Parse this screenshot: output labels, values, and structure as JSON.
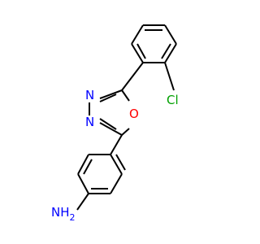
{
  "molecule": {
    "atoms": {
      "n3": "N",
      "n4": "N",
      "o": "O",
      "cl": "Cl",
      "amine": "NH",
      "amine_subscript": "2"
    },
    "colors": {
      "bond": "#000000",
      "nitrogen": "#0000ff",
      "oxygen": "#ff0000",
      "chlorine": "#00a000"
    }
  }
}
